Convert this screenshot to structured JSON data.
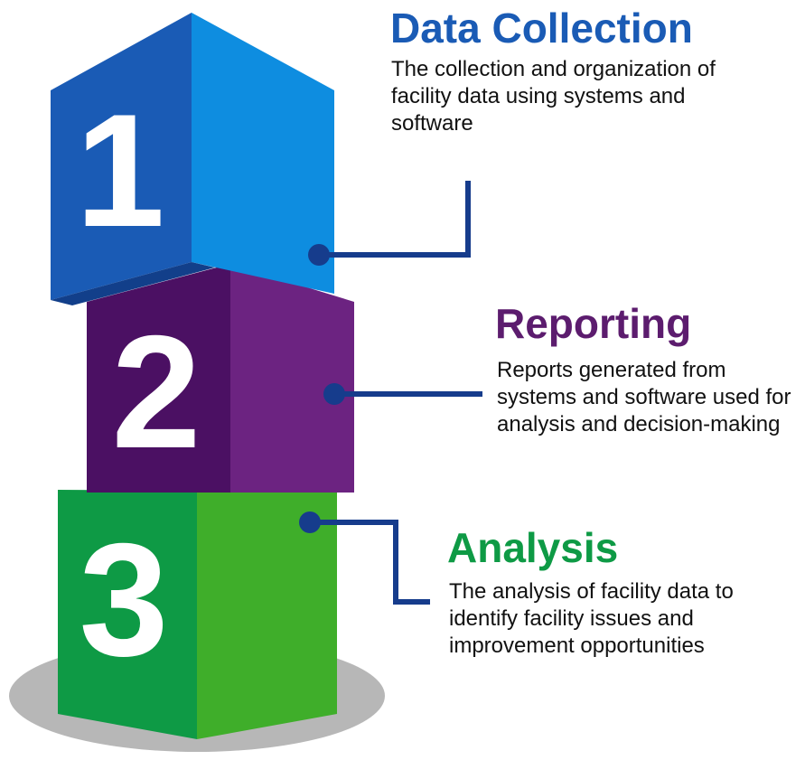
{
  "colors": {
    "blue": "#1a5bb5",
    "purple": "#5c1c6e",
    "green": "#0e9a45",
    "connector": "#163c8c",
    "shadow": "#b7b7b7"
  },
  "steps": [
    {
      "number": "1",
      "title": "Data Collection",
      "description": "The collection and organization of facility data using systems and software"
    },
    {
      "number": "2",
      "title": "Reporting",
      "description": "Reports generated from systems and software used for analysis and decision-making"
    },
    {
      "number": "3",
      "title": "Analysis",
      "description": "The analysis of facility data to identify facility issues and improvement opportunities"
    }
  ]
}
